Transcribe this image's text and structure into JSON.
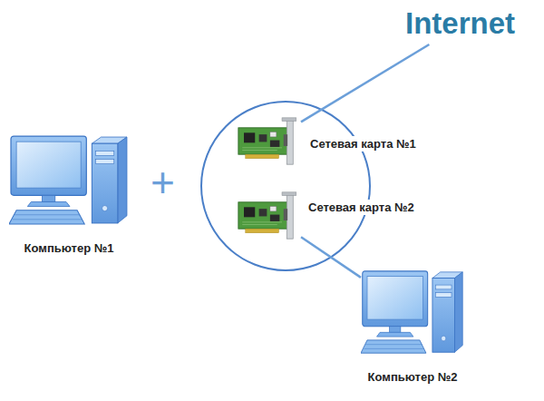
{
  "diagram": {
    "nodes": [
      {
        "text": [
          "Internet"
        ]
      },
      {
        "text": [
          "Компьютер №1"
        ]
      },
      {
        "text": [
          "Сетевая карта №1"
        ]
      },
      {
        "text": [
          "Сетевая карта №2"
        ]
      },
      {
        "text": [
          "Компьютер №2"
        ]
      }
    ],
    "edges": [
      {
        "from": 2,
        "to": 0,
        "arrow": "none"
      },
      {
        "from": 3,
        "to": 4,
        "arrow": "none"
      }
    ],
    "labels": [
      "+"
    ]
  }
}
